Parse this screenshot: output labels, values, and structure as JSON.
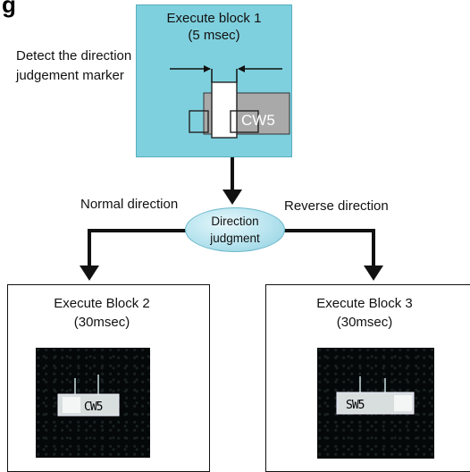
{
  "heading_fragment": "g",
  "block1": {
    "title_line1": "Execute block 1",
    "title_line2": "(5 msec)",
    "marker_text": "CW5"
  },
  "detect_label": {
    "line1": "Detect the direction",
    "line2": "judgement marker"
  },
  "decision": {
    "line1": "Direction",
    "line2": "judgment"
  },
  "branches": {
    "normal": "Normal direction",
    "reverse": "Reverse direction"
  },
  "block2": {
    "title_line1": "Execute Block 2",
    "title_line2": "(30msec)",
    "image_text": "CW5"
  },
  "block3": {
    "title_line1": "Execute Block 3",
    "title_line2": "(30msec)",
    "image_text": "SW5"
  },
  "colors": {
    "block1_fill": "#7fd0de",
    "decision_fill": "#b6e3ee",
    "marker_box": "#a9a9a9",
    "line": "#111111"
  }
}
